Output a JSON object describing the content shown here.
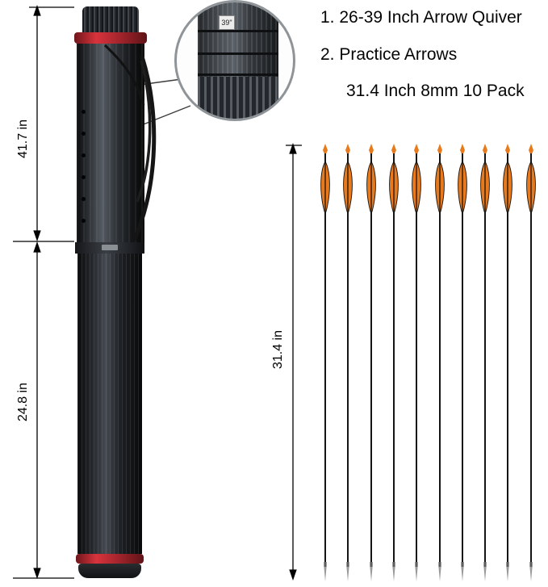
{
  "dimensions": {
    "quiver_extended": "41.7 in",
    "quiver_collapsed": "24.8 in",
    "arrow_length": "31.4 in"
  },
  "description": {
    "line1": "1. 26-39 Inch Arrow Quiver",
    "line2": "2. Practice Arrows",
    "line3": "31.4 Inch 8mm 10 Pack"
  },
  "magnifier": {
    "sticker_label": "39\""
  },
  "arrows": {
    "count": 10
  },
  "colors": {
    "fletching_orange": "#E8791C",
    "quiver_red": "#C1272D",
    "shaft_black": "#141414",
    "tip_silver": "#9a9a9a"
  }
}
